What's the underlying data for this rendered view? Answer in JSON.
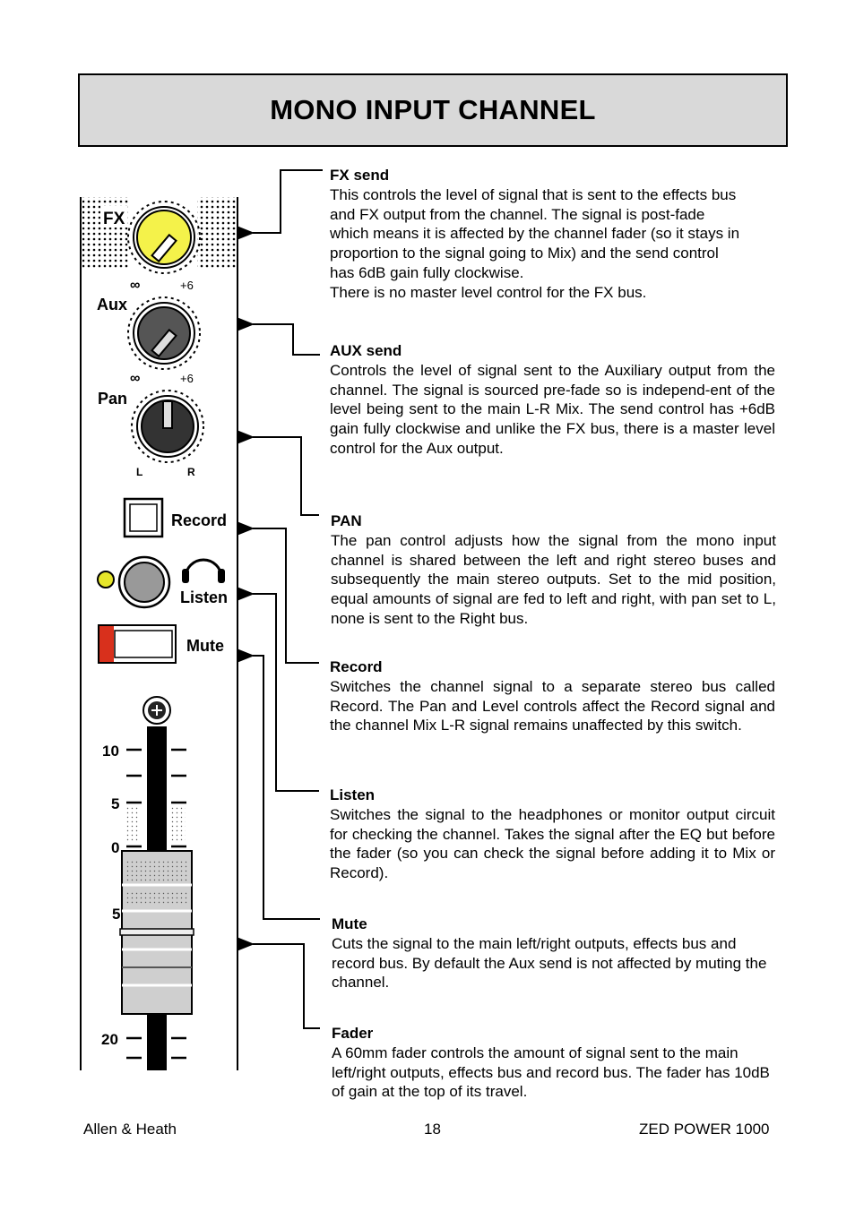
{
  "page_title": "MONO INPUT CHANNEL",
  "sections": {
    "fx": {
      "heading": "FX send",
      "lines": [
        "This controls the level of signal that is sent to the effects bus",
        "and FX output from the channel. The signal is post-fade",
        "which means it is affected by the channel fader (so it stays in",
        "proportion to the signal going to Mix) and the send control",
        "has 6dB gain fully clockwise.",
        "There is no master level control for the FX bus."
      ]
    },
    "aux": {
      "heading": "AUX send",
      "body": "Controls the level of signal sent to the Auxiliary output from the channel. The signal is sourced pre-fade so is  independ-ent of the level being sent to the main L-R Mix. The send control has +6dB gain fully clockwise and unlike the FX bus, there is a master level control for the Aux output."
    },
    "pan": {
      "heading": "PAN",
      "body": "The pan control adjusts how the signal from the mono input channel is shared between the left and right stereo buses and subsequently the main stereo outputs. Set to the mid position, equal amounts of signal are fed to left and right, with pan set to L, none is sent to the Right bus."
    },
    "record": {
      "heading": "Record",
      "body": "Switches the channel signal to a separate stereo bus called Record. The Pan and Level controls affect the Record signal and the channel Mix L-R signal remains unaffected by this switch."
    },
    "listen": {
      "heading": "Listen",
      "body": "Switches the signal to the headphones or monitor output circuit for checking the channel. Takes the signal after the EQ but before the fader (so you can check the signal before adding it to Mix or Record)."
    },
    "mute": {
      "heading": "Mute",
      "body": "Cuts the signal to the main left/right outputs, effects bus and record bus. By default the Aux send is not affected by muting the channel."
    },
    "fader": {
      "heading": "Fader",
      "body": "A 60mm fader controls the amount of signal sent to the main left/right outputs, effects bus and record bus. The fader has 10dB of gain at the top of its travel."
    }
  },
  "panel": {
    "fx_label": "FX",
    "aux_label": "Aux",
    "pan_label": "Pan",
    "inf_label": "∞",
    "plus6_label": "+6",
    "l_label": "L",
    "r_label": "R",
    "record_label": "Record",
    "listen_label": "Listen",
    "mute_label": "Mute",
    "scale": [
      "10",
      "5",
      "0",
      "5",
      "20"
    ]
  },
  "colors": {
    "fx_knob": "#f4f24a",
    "listen_led": "#e6e62a",
    "mute_led": "#d8301c",
    "title_bg": "#d9d9d9"
  },
  "footer": {
    "left": "Allen & Heath",
    "center": "18",
    "right": "ZED POWER 1000"
  }
}
